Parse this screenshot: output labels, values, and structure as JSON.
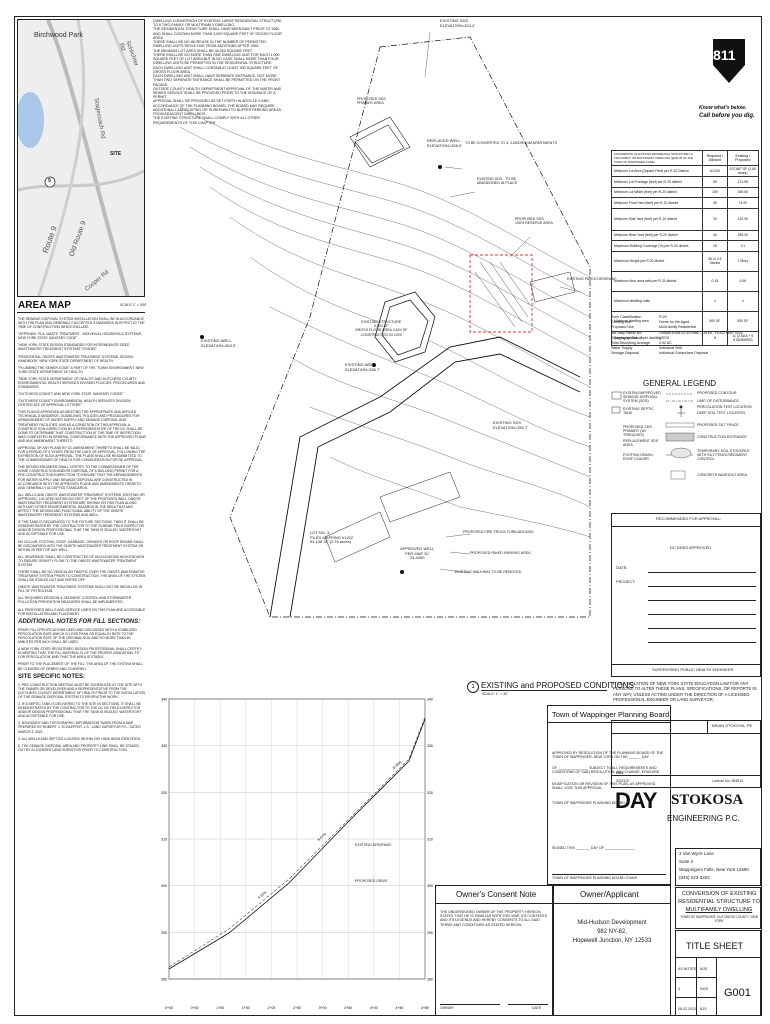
{
  "site_notes_top": [
    "DWELLING CONVERSION OF EXISTING LARGE RESIDENTIAL STRUCTURE TO A TWO-FAMILY OR MULTIFAMILY DWELLING.",
    "THE RESIDENTIAL STRUCTURE SHALL HAVE BEEN BUILT PRIOR TO 1960 AND SHALL CONTAIN MORE THAN 3,000 SQUARE FEET OF GROSS FLOOR AREA.",
    "THERE SHALL BE NO INCREASE IN THE NUMBER OF PERMITTED DWELLING UNITS RESULTING FROM ADDITIONS AFTER 1960.",
    "THE MINIMUM LOT AREA SHALL BE 40,000 SQUARE FEET.",
    "THERE SHALL BE NO MORE THAN ONE DWELLING UNIT FOR EACH 1,000 SQUARE FEET OF LOT AREA BUT IN NO CASE SHALL MORE THAN FOUR DWELLING UNITS BE PERMITTED IN THE RESIDENTIAL STRUCTURE.",
    "EACH DWELLING UNIT SHALL CONTAIN AT LEAST 500 SQUARE FEET OF GROSS FLOOR AREA.",
    "EACH DWELLING UNIT SHALL HAVE SEPARATE ENTRANCE, NOT MORE THAN TWO SEPARATE ENTRANCE SHALL BE PERMITTED ON THE FRONT FACADE.",
    "OUTSIDE COUNTY HEALTH DEPARTMENT APPROVAL OF THE WATER AND SEWER SERVICE SHALL BE PROVIDED PRIOR TO THE ISSUANCE OF A PERMIT.",
    "APPROVAL SHALL BE PROVIDED AS SET FORTH IN ARTICLE X AND ACCORDANCE OF THE PLANNING BOARD. THE BOARD MAY REQUIRE ADDITIONAL LANDSCAPING OR SCREENING TO BUFFER PARKING AREAS FROM ADJACENT DWELLINGS.",
    "THE EXISTING STRUCTURE SHALL COMPLY WITH ALL OTHER REQUIREMENTS OF THIS CHAPTER."
  ],
  "area_map": {
    "title": "AREA MAP",
    "scale": "SCALE 1\" = 500'",
    "labels": [
      "Birchwood Park",
      "Schlichter Rd",
      "Stagecoach Rd",
      "SITE",
      "Route 9",
      "Old Route 9",
      "Cooper Rd",
      "9"
    ]
  },
  "left_notes": [
    "THE SEWAGE DISPOSAL SYSTEM INSTALLATION SHALL BE IN ACCORDANCE WITH THE PLAN AND GENERALLY ACCEPTED STANDARDS IN EFFECT AT THE TIME OF CONSTRUCTION WHICH INCLUDE:",
    "\"APPENDIX 75-A, WASTE TREATMENT - INDIVIDUAL HOUSEHOLD SYSTEMS, NEW YORK STATE SANITARY CODE\"",
    "\"NEW YORK STATE DESIGN STANDARDS FOR INTERMEDIATE SIZED WASTEWATER TREATMENT SYSTEMS\" NYSDEC",
    "\"RESIDENTIAL ONSITE WASTEWATER TREATMENT SYSTEMS, DESIGN HANDBOOK\" NEW YORK STATE DEPARTMENT OF HEALTH",
    "\"PLUMBING THE SEWER CODE\" A PART OF THE 'TOWN' ENVIRONMENT, NEW YORK STATE DEPARTMENT OF HEALTH",
    "\"NEW YORK STATE DEPARTMENT OF HEALTH\" AND DUTCHESS COUNTY ENVIRONMENTAL HEALTH SERVICES DIVISION POLICIES, PROCEDURES AND STANDARDS",
    "\"DUTCHESS COUNTY AND NEW YORK STATE SANITARY CODES\"",
    "\"DUTCHESS COUNTY ENVIRONMENTAL HEALTH SERVICES DIVISION CERTIFICATE OF APPROVAL LETTERS\"",
    "THIS PLAN IS APPROVED AS MEETING THE APPROPRIATE AND APPLIED TECHNICAL STANDARDS, GUIDELINES, POLICIES AND PROCEDURES FOR ARRANGEMENT OF WATER SUPPLY AND SEWAGE DISPOSAL AND TREATMENT FACILITIES, AND AS A CONDITION OF THIS APPROVAL A CONSTRUCTION INSPECTION BY A REPRESENTATIVE OF THE DC SHALL BE DONE TO DETERMINE THAT CONSTRUCTION AT THE TIME OF INSPECTION WAS COMPLETED IN GENERAL CONFORMANCE WITH THE APPROVED PLANS AND ANY AMENDMENT THERETO.",
    "APPROVAL OF ANY PLANS BY DC AMENDMENT THERETO SHALL BE VALID FOR A PERIOD OF 5 YEARS FROM THE DATE OF APPROVAL. FOLLOWING THE EXPIRATION OF SUCH APPROVAL, THE PLANS SHALL BE RESUBMITTED TO THE COMMISSIONER OF HEALTH FOR CONSIDERATION FOR RE-APPROVAL.",
    "THE DESIGN ENGINEER SHALL CERTIFY TO THE COMMISSIONER OF THE HOME CONSTRUCTION AND/OR DISPOSAL OF A BUILDING PERMIT FOR A PRE-CONSTRUCTION INSPECTION TO ENSURE THAT THE ARRANGEMENTS FOR WATER SUPPLY AND SEWAGE DISPOSAL ARE CONSTRUCTED IN ACCORDANCE WITH THE APPROVED PLANS AND AMENDMENTS THERETO AND GENERALLY ACCEPTED STANDARDS.",
    "ALL WELLS AND ONSITE WASTEWATER TREATMENT SYSTEMS, EXISTING OR APPROVED, LOCATED WITHIN 200 FEET OF THE PROPOSED WELL ONSITE WASTEWATER TREATMENT SYSTEM ARE SHOWN ON THIS PLAN ALONG WITH ANY OTHER ENVIRONMENTAL HAZARDS IN THE AREA THAT MAY AFFECT THE DESIGN AND FUNCTIONAL ABILITY OF THE ONSITE WASTEWATER TREATMENT SYSTEMS AND WELL.",
    "IF THE TANK IS SEQUENCED TO THE FIXTURE SECTIONS, THEN IT SHALL BE DEMONSTRATED BY THE CONTRACTOR TO THE SCHEME FIELD INSPECTOR AND/OR DESIGN PROFESSIONAL THAT THE TANK IS SEALED, WATERTIGHT AND ACCEPTABLE FOR USE.",
    "NO CELLAR, FOOTING, ROOF, GARBAGE, GRINDER OR ROOF DRAINS SHALL BE DISCHARGED INTO THE ONSITE WASTEWATER TREATMENT SYSTEM OR WITHIN 25 FEET OF ANY WELL.",
    "ALL SEWERAGE SHALL BE CONSTRUCTED OF AN ELEVATION HIGH ENOUGH TO ENSURE GRAVITY FLOW TO THE ONSITE WASTEWATER TREATMENT SYSTEM.",
    "THERE SHALL BE NO VEHICULAR TRAFFIC OVER THE ONSITE WASTEWATER TREATMENT SYSTEM PRIOR TO CONSTRUCTION. THE AREA OF THE SYSTEM SHALL BE STAKED OUT AND ROPED OFF.",
    "ONSITE WASTEWATER TREATMENT SYSTEMS SHALL NOT BE INSTALLED IN FILL OF PETROLEUM.",
    "ALL REQUIRED EROSION & SEDIMENT CONTROL AND STORMWATER POLLUTION PREVENTION MEASURES SHALL BE IMPLEMENTED.",
    "ALL PROPOSED WELLS AND SERVICE LINES ON THIS PLAN ARE ACCESSIBLE FOR INSTALLATION AND PLACEMENT."
  ],
  "fill_notes_title": "ADDITIONAL NOTES FOR FILL SECTIONS:",
  "fill_notes": [
    "PRIOR FILL SPECIFICATIONS USED AND DISCUSSED WITH A STABILIZED PERCOLATION RATE WHICH IS LESS THAN OR EQUAL IN RATE TO THE PERCOLATION RATE OF THE ORIGINAL SOIL AND NO MORE THAN 60 MINUTES PER INCH SHALL BE USED.",
    "A NEW YORK STATE REGISTERED DESIGN PROFESSIONAL SHALL CERTIFY IN WRITING THAT THE FILL MATERIAL IS OF THE PROPER GRADATION, FIT FOR PERCOLATION, AND THAT THE AREA IS STABLE.",
    "PRIOR TO THE PLACEMENT OF THE FILL, THE AREA OF THE SYSTEM SHALL BE CLEARED OF DEBRIS AND SCARIFIED."
  ],
  "site_specific_title": "SITE SPECIFIC NOTES:",
  "site_specific": [
    "1. PRE-CONSTRUCTION MEETING MUST BE SCHEDULED AT THE SITE WITH THE OWNER OR DEVELOPER AND A REPRESENTATIVE FROM THE DUTCHESS COUNTY DEPARTMENT OF HEALTH PRIOR TO THE INSTALLATION OF THE SEWAGE DISPOSAL SYSTEM TO REVIEW THE WORK.",
    "2. IF A SEPTIC TANK IS DELIVERED TO THE SITE IN SECTIONS, IT SHALL BE DEMONSTRATED BY THE CONTRACTOR TO THE DC HD FIELD INSPECTOR AND/OR DESIGN PROFESSIONAL THAT THE TANK IS SEALED, WATERTIGHT AND ACCEPTABLE FOR USE.",
    "3. BOUNDARY AND TOPOGRAPHIC INFORMATION TAKEN FROM A MAP PREPARED BY ROBERT J. SCHAEFFER, L.S., LAND SURVEYOR P.C., DATED MARCH 3, 2021.",
    "4. ALL WELLS AND SEPTICS LOCATED WITHIN 200' HAVE BEEN IDENTIFIED.",
    "5. THE SEWAGE DISPOSAL AREA AND PROPERTY LINE SHALL BE STAKED OUT BY A LICENSED LAND SURVEYOR PRIOR TO CONSTRUCTION."
  ],
  "plan_labels": {
    "existing_septic_1": "EXISTING SDS\nELEVATION=324.4'",
    "proposed_primary": "PROPOSED SDS\nPRIMARY AREA",
    "replaced_well": "REPLACED WELL\nELEVATION=328.0'",
    "to_convert": "TO BE CONVERTED TO 4, 2-BEDROOM APARTMENTS",
    "existing_abandon": "EXISTING SDS - TO BE\nABANDONED IN PLACE",
    "proposed_reserve": "PROPOSED SDS\n100% RESERVE AREA",
    "existing_driveway": "EXISTING PAVED DRIVEWAY",
    "existing_structure": "EXISTING STRUCTURE\n4,624 SF\nGROSS FLOOR AREA 4,624 SF\nCONSTRUCTED IN 1920",
    "existing_well_left": "EXISTING WELL\nELEVATION=363.5'",
    "existing_well_mid": "EXISTING WELL\nELEVATION=336.7'",
    "existing_septic_2": "EXISTING SDS\nELEVATION=330.7'",
    "fire_truck": "PROPOSED FIRE TRUCK TURN-AROUND",
    "paved_parking": "PROPOSED PAVED PARKING AREA",
    "walkway": "EXISTING WALKWAY TO BE REMOVED",
    "lot": "LOT NO. 3\nFILED MAPPING #1202\n94,136 SF (2.16 acres)",
    "approved_well": "APPROVED WELL\nPER MAP 3C\n33-4000"
  },
  "dig_safe": {
    "number": "811",
    "line1": "Know what's below.",
    "line2": "Call before you dig."
  },
  "zoning_table": {
    "header": [
      "CONVERSION OF EXISTING RESIDENTIAL STRUCTURE TO TWO-FAMILY OR MULTIFAMILY DWELLING (§240-38 OF THE TOWN OF WAPPINGER CODE)",
      "Required / Allowed",
      "Existing / Proposed"
    ],
    "rows": [
      [
        "Minimum Lot Area (Square Feet) per R-20 District",
        "40,000",
        "107,887 SF (2.80 acres)"
      ],
      [
        "Minimum Lot Frontage (feet) per R-20 district",
        "50",
        "121.96"
      ],
      [
        "Minimum Lot Width (feet) per R-20 district",
        "100",
        "269.50"
      ],
      [
        "Minimum Front Yard (feet) per R-20 district",
        "35",
        "74.00"
      ],
      [
        "Minimum Side Yard (feet) per R-20 district",
        "20",
        "120.30"
      ],
      [
        "Minimum Rear Yard (feet) per R-20 district",
        "40",
        "283.20"
      ],
      [
        "Maximum Building Coverage (%) per R-20 district",
        "15",
        "3.1"
      ],
      [
        "Maximum Height per R-20 district",
        "35 or 2.5 Stories",
        "1 Story"
      ],
      [
        "Maximum floor area ratio per R-20 district",
        "0.15",
        "0.06"
      ],
      [
        "Maximum dwelling units",
        "4",
        "4"
      ],
      [
        "Minimum dwelling area",
        "500 SF",
        "530 SF"
      ],
      [
        "Parking spaces - 2/per dwelling",
        "8",
        "11 (2 ADA + 9 STANDARD)"
      ]
    ]
  },
  "zone_info": [
    [
      "Zone Classification",
      "R-20"
    ],
    [
      "Existing Use",
      "Home for the Aged"
    ],
    [
      "Proposed Use",
      "Multi-family Residential"
    ],
    [
      "Tax Map Parcel No.",
      "135689-6158-02-870986 - Lot #4 - FILED MAP 9152"
    ],
    [
      "Topographic Datum",
      "USGS"
    ],
    [
      "Total Disturbing Acreage",
      "0.92 AC"
    ],
    [
      "Water Supply",
      "Individual Well"
    ],
    [
      "Sewage Disposal",
      "Individual Subsurface Disposal"
    ]
  ],
  "legend": {
    "title": "GENERAL LEGEND",
    "items": [
      "EXISTING/APPROVED SEWAGE DISPOSAL SYSTEM (SDS)",
      "PROPOSED CONTOUR",
      "EXISTING SEPTIC TANK",
      "LIMIT OF DISTURBANCE",
      "PERCOLATION TEST LOCATION",
      "DEEP SOIL TEST LOCATION",
      "PROPOSED SDS PRIMARY (W/ TRENCHES)",
      "PROPOSED SILT FENCE",
      "REPLACEMENT SDS AREA",
      "CONSTRUCTION ENTRANCE",
      "FOOTING DRAIN / ROOF LEADER",
      "TEMPORARY SOIL STOCKPILE WITH SILT FENCE/SEDIMENT CONTROL",
      "CONCRETE WASHOUT AREA"
    ]
  },
  "approval": {
    "title": "RECOMMENDED FOR APPROVAL:",
    "dchd": "DC DHSS APPROVED",
    "date": "DATE:",
    "project": "PROJECT:",
    "sig": "SUPERVISING PUBLIC HEALTH ENGINEER"
  },
  "warning": "IT IS A VIOLATION OF NEW YORK STATE EDUCATION LAW FOR ANY PERSONS TO ALTER THESE PLANS, SPECIFICATIONS, OR REPORTS IN ANY WAY, UNLESS ACTING UNDER THE DIRECTION OF A LICENSED PROFESSIONAL ENGINEER OR LAND SURVEYOR.",
  "engineer": {
    "name": "BRIAN STOKOSA, PE",
    "date_label": "Date:",
    "license": "License No. 083910",
    "date_value": "3/02/2/3"
  },
  "firm": {
    "name1": "DAY",
    "name2": "STOKOSA",
    "sub": "ENGINEERING P.C.",
    "addr1": "3 Van Wyck Lane",
    "addr2": "Suite 2",
    "addr3": "Wappingers Falls, New York 12590",
    "phone": "(845) 223-3202"
  },
  "project_title": {
    "line1": "CONVERSION OF EXISTING",
    "line2": "RESIDENTIAL STRUCTURE TO",
    "line3": "MULTIFAMILY DWELLING",
    "town": "TOWN OF WAPPINGER, DUTCHESS COUNTY, NEW YORK"
  },
  "sheet": {
    "title": "TITLE SHEET",
    "number": "G001",
    "scale": "AS NOTED",
    "drawn": "MJS",
    "job": "0425",
    "date": "06.02.2022",
    "checked": "BJS",
    "rev": "3"
  },
  "plan_title": {
    "number": "1",
    "text": "EXISTING and PROPOSED CONDITIONS",
    "scale": "SCALE: 1\" = 40'"
  },
  "planning_board": {
    "title": "Town of Wappinger Planning Board",
    "text1": "APPROVED BY RESOLUTION OF THE PLANNING BOARD OF THE TOWN OF WAPPINGER, NEW YORK ON THE ______ DAY",
    "text2": "OF _______________ SUBJECT TO ALL REQUIREMENTS AND CONDITIONS OF SAID RESOLUTION. ANY CHANGE, ERASURE,",
    "text3": "MODIFICATION OR REVISION OF THIS PLAN, AS APPROVED SHALL VOID THIS APPROVAL.",
    "text4": "TOWN OF WAPPINGER PLANNING BOARD",
    "signed": "SIGNED THIS _______ DAY OF _______________",
    "chair": "TOWN OF WAPPINGER PLANNING BOARD CHAIR"
  },
  "consent": {
    "title": "Owner's Consent Note",
    "text": "THE UNDERSIGNED OWNER OF THE PROPERTY HEREON STATES THAT HE IS FAMILIAR WITH THIS MAP, ITS CONTENTS AND ITS LEGENDS AND HEREBY CONSENTS TO ALL SAID TERMS AND CONDITIONS AS STATED HEREON.",
    "owner": "OWNER",
    "date": "DATE"
  },
  "owner": {
    "title": "Owner/Applicant",
    "name": "Mid-Hudson Development",
    "addr1": "982 NY-82,",
    "addr2": "Hopewell Junction, NY 12533"
  },
  "profile": {
    "y_labels": [
      "340",
      "330",
      "320",
      "310",
      "300",
      "290",
      "280"
    ],
    "x_labels": [
      "0+00",
      "0+50",
      "1+00",
      "1+50",
      "2+00",
      "2+50",
      "3+00",
      "3+50",
      "4+00",
      "4+50",
      "4+89"
    ],
    "existing_label": "EXISTING DRIVEWAY",
    "proposed_label": "PROPOSED DRIVE",
    "grade1": "4.12%",
    "grade2": "6.47%",
    "grade3": "8.40%"
  }
}
